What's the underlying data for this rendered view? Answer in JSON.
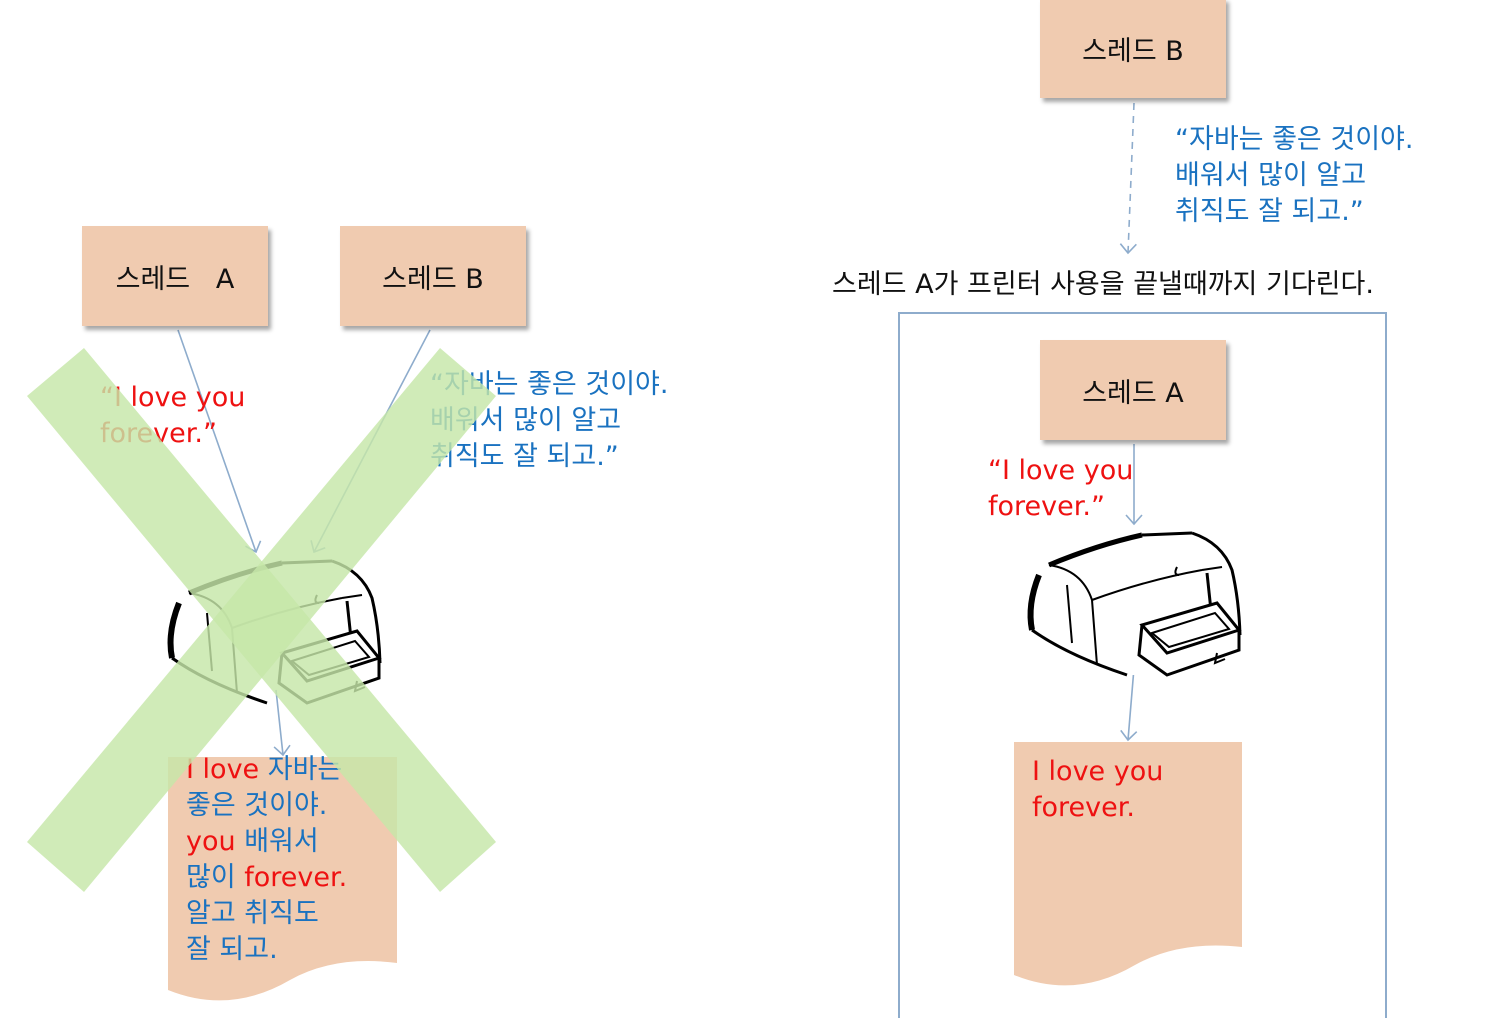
{
  "left_scenario": {
    "thread_a": "스레드   A",
    "thread_b": "스레드 B",
    "message_a": [
      "“I love you",
      "forever.”"
    ],
    "message_b": [
      "“자바는 좋은 것이야.",
      "배워서 많이 알고",
      "취직도 잘 되고.”"
    ],
    "printout": [
      [
        {
          "t": "I love ",
          "c": "red"
        },
        {
          "t": "자바는",
          "c": "blue"
        }
      ],
      [
        {
          "t": "좋은 것이야.",
          "c": "blue"
        }
      ],
      [
        {
          "t": "you ",
          "c": "red"
        },
        {
          "t": "배워서",
          "c": "blue"
        }
      ],
      [
        {
          "t": "많이 ",
          "c": "blue"
        },
        {
          "t": "forever.",
          "c": "red"
        }
      ],
      [
        {
          "t": "알고 취직도",
          "c": "blue"
        }
      ],
      [
        {
          "t": "잘 되고.",
          "c": "blue"
        }
      ]
    ]
  },
  "right_scenario": {
    "thread_b": "스레드 B",
    "message_b": [
      "“자바는 좋은 것이야.",
      "배워서 많이 알고",
      "취직도 잘 되고.”"
    ],
    "wait_caption": "스레드 A가 프린터 사용을 끝낼때까지 기다린다.",
    "thread_a": "스레드 A",
    "message_a": [
      "“I love you",
      "forever.”"
    ],
    "printout": [
      "I love you",
      "forever."
    ]
  },
  "colors": {
    "thread_box": "#f0cbb0",
    "red_text": "#ee1111",
    "blue_text": "#1a72c0",
    "cross_mark": "#c6e6a8",
    "arrow": "#8eaccc"
  },
  "icons": [
    "printer-icon",
    "printer-icon",
    "cross-mark-icon"
  ]
}
